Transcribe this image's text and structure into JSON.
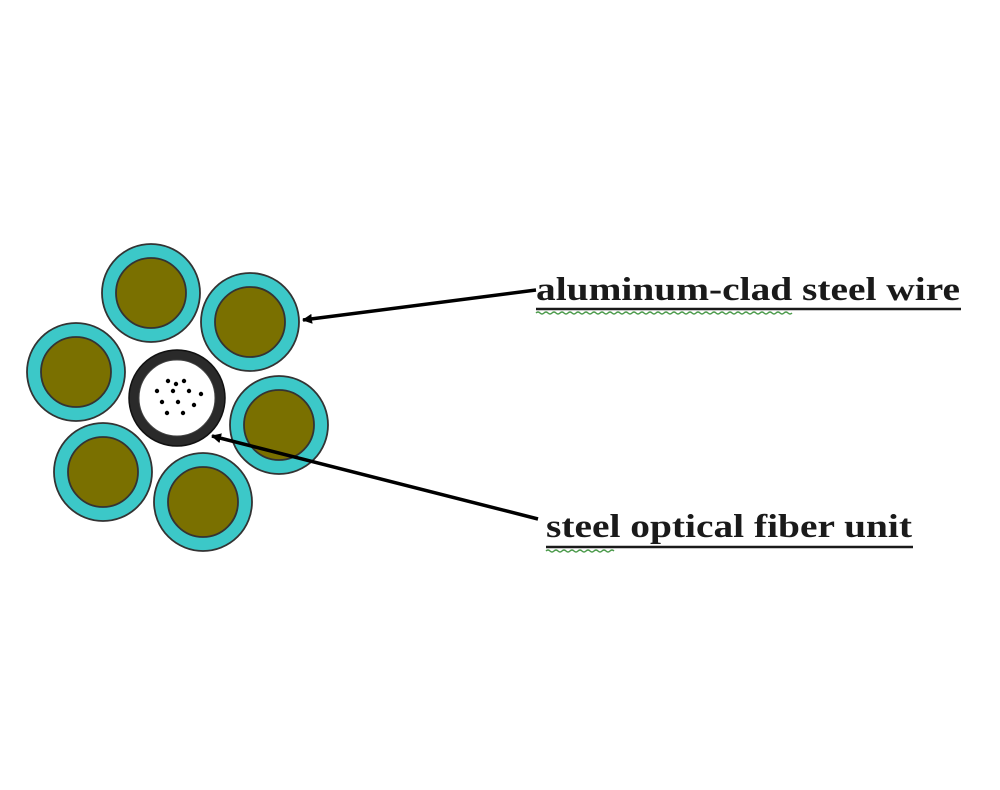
{
  "labels": {
    "aluminum_clad_steel_wire": "aluminum-clad steel wire",
    "steel_optical_fiber_unit": "steel optical fiber unit"
  },
  "colors": {
    "cladding": "#3cc8c8",
    "steel_core": "#7a7000",
    "tube": "#2a2a2a",
    "fiber": "#000000",
    "background": "#ffffff"
  },
  "counts": {
    "outer_wires": 6,
    "fibers": 12
  }
}
